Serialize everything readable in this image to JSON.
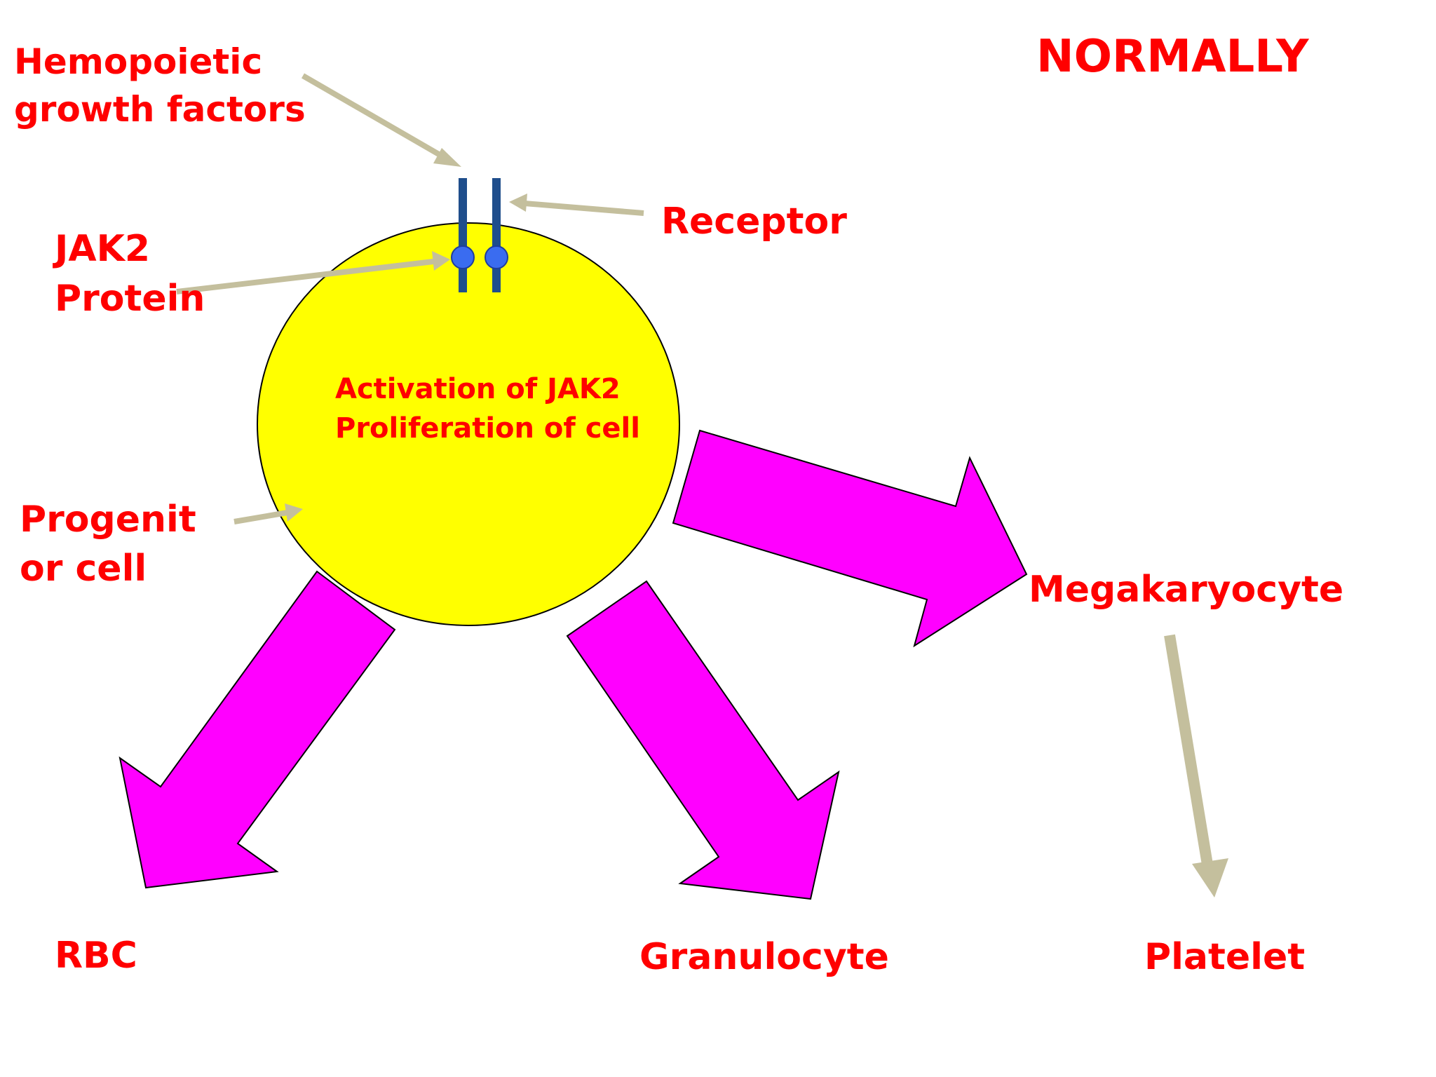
{
  "title": "NORMALLY",
  "labels": {
    "growth_factors_line1": "Hemopoietic",
    "growth_factors_line2": "growth factors",
    "receptor": "Receptor",
    "jak2_line1": "JAK2",
    "jak2_line2": "Protein",
    "progenitor_line1": "Progenit",
    "progenitor_line2": "or cell",
    "cell_text_line1": "Activation of JAK2",
    "cell_text_line2": "Proliferation of cell",
    "megakaryocyte": "Megakaryocyte",
    "rbc": "RBC",
    "granulocyte": "Granulocyte",
    "platelet": "Platelet"
  },
  "colors": {
    "text": "#ff0000",
    "cell_fill": "#ffff00",
    "big_arrow_fill": "#ff00ff",
    "pointer_arrow": "#c4bf9d",
    "receptor": "#1f4e8c",
    "jak2_dot": "#3a6cf0"
  }
}
